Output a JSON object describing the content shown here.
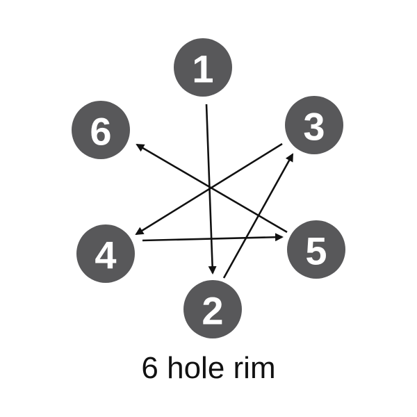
{
  "diagram": {
    "caption": "6 hole rim",
    "node_fill": "#58585a",
    "node_text_color": "#ffffff",
    "edge_color": "#111111",
    "nodes": [
      {
        "id": "1",
        "label": "1"
      },
      {
        "id": "2",
        "label": "2"
      },
      {
        "id": "3",
        "label": "3"
      },
      {
        "id": "4",
        "label": "4"
      },
      {
        "id": "5",
        "label": "5"
      },
      {
        "id": "6",
        "label": "6"
      }
    ],
    "edges": [
      {
        "from": "1",
        "to": "2"
      },
      {
        "from": "2",
        "to": "3"
      },
      {
        "from": "3",
        "to": "4"
      },
      {
        "from": "4",
        "to": "5"
      },
      {
        "from": "5",
        "to": "6"
      }
    ]
  }
}
